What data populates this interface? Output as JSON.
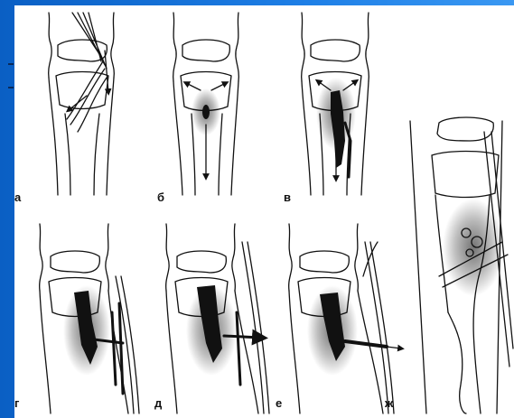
{
  "panels": [
    {
      "id": "a",
      "label": "а"
    },
    {
      "id": "b",
      "label": "б"
    },
    {
      "id": "v",
      "label": "в"
    },
    {
      "id": "g",
      "label": "г"
    },
    {
      "id": "d",
      "label": "д"
    },
    {
      "id": "e",
      "label": "е"
    },
    {
      "id": "zh",
      "label": "ж"
    }
  ],
  "colors": {
    "background": "#1e7fe6",
    "figure": "#ffffff",
    "ink": "#111111"
  }
}
